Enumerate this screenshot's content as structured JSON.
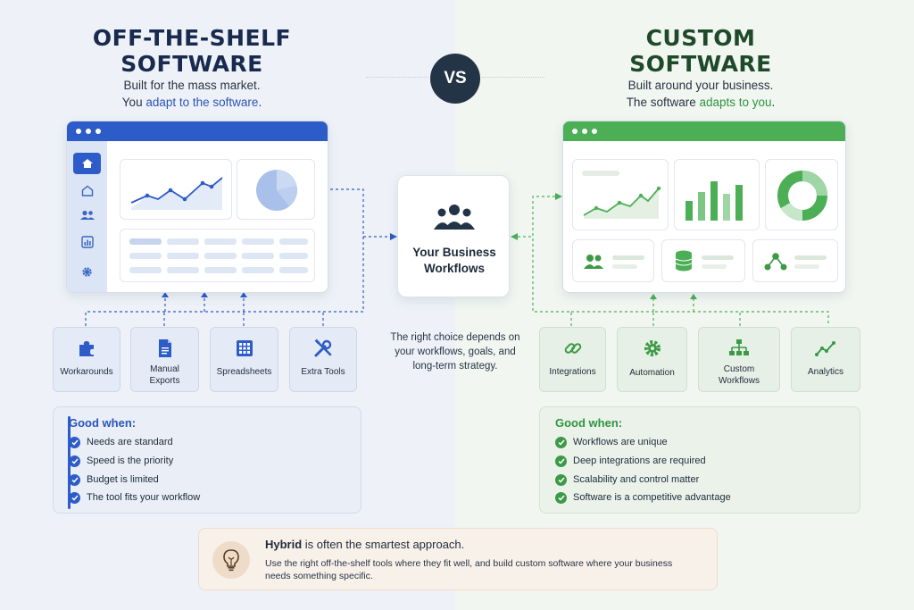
{
  "left": {
    "title_line1": "OFF-THE-SHELF",
    "title_line2": "SOFTWARE",
    "subtitle_line1": "Built for the mass market.",
    "subtitle_line2_prefix": "You ",
    "subtitle_line2_highlight": "adapt to the software",
    "subtitle_line2_suffix": ".",
    "tools": [
      {
        "label": "Workarounds",
        "icon": "puzzle-icon"
      },
      {
        "label": "Manual Exports",
        "icon": "document-icon"
      },
      {
        "label": "Spreadsheets",
        "icon": "spreadsheet-icon"
      },
      {
        "label": "Extra Tools",
        "icon": "tools-icon"
      }
    ],
    "good_title": "Good when:",
    "good_items": [
      "Needs are standard",
      "Speed is the priority",
      "Budget is limited",
      "The tool fits your workflow"
    ]
  },
  "right": {
    "title_line1": "CUSTOM",
    "title_line2": "SOFTWARE",
    "subtitle_line1": "Built around your business.",
    "subtitle_line2_prefix": "The software ",
    "subtitle_line2_highlight": "adapts to you",
    "subtitle_line2_suffix": ".",
    "tools": [
      {
        "label": "Integrations",
        "icon": "link-icon"
      },
      {
        "label": "Automation",
        "icon": "gear-icon"
      },
      {
        "label": "Custom Workflows",
        "icon": "hierarchy-icon"
      },
      {
        "label": "Analytics",
        "icon": "trend-icon"
      }
    ],
    "good_title": "Good when:",
    "good_items": [
      "Workflows are unique",
      "Deep integrations are required",
      "Scalability and control matter",
      "Software is a competitive advantage"
    ]
  },
  "vs_label": "VS",
  "hub": {
    "label_line1": "Your Business",
    "label_line2": "Workflows",
    "icon": "people-group-icon"
  },
  "center_note": "The right choice depends on your workflows, goals, and long-term strategy.",
  "hybrid": {
    "title_bold": "Hybrid",
    "title_rest": " is often the smartest approach.",
    "body": "Use the right off-the-shelf tools where they fit well, and build custom software where your business needs something specific.",
    "icon": "lightbulb-icon"
  },
  "colors": {
    "blue": "#2d5cc8",
    "green": "#4caf55",
    "navy": "#243447",
    "hybrid_bg": "#f8f1ea"
  }
}
